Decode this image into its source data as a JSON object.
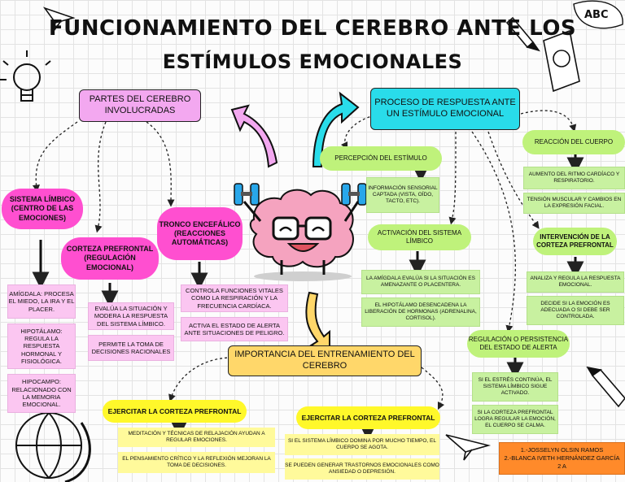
{
  "title": {
    "line1": "FUNCIONAMIENTO DEL CEREBRO ANTE LOS",
    "line2": "ESTÍMULOS EMOCIONALES"
  },
  "decor": {
    "abc_text": "ABC"
  },
  "partes": {
    "header": "PARTES DEL CEREBRO INVOLUCRADAS",
    "limbico": {
      "label": "SISTEMA LÍMBICO (CENTRO DE LAS EMOCIONES)",
      "details": [
        "AMÍGDALA: PROCESA EL MIEDO, LA IRA Y EL PLACER.",
        "HIPOTÁLAMO: REGULA LA RESPUESTA HORMONAL Y FISIOLÓGICA.",
        "HIPOCAMPO: RELACIONADO CON LA MEMORIA EMOCIONAL."
      ]
    },
    "corteza": {
      "label": "CORTEZA PREFRONTAL (REGULACIÓN EMOCIONAL)",
      "details": [
        "EVALÚA LA SITUACIÓN Y MODERA LA RESPUESTA DEL SISTEMA LÍMBICO.",
        "PERMITE LA TOMA DE DECISIONES RACIONALES"
      ]
    },
    "tronco": {
      "label": "TRONCO ENCEFÁLICO (REACCIONES AUTOMÁTICAS)",
      "details": [
        "CONTROLA FUNCIONES VITALES COMO LA RESPIRACIÓN Y LA FRECUENCIA CARDÍACA.",
        "ACTIVA EL ESTADO DE ALERTA ANTE SITUACIONES DE PELIGRO."
      ]
    }
  },
  "proceso": {
    "header": "PROCESO DE RESPUESTA ANTE UN ESTÍMULO EMOCIONAL",
    "percepcion": {
      "label": "PERCEPCIÓN DEL ESTÍMULO",
      "detail": "INFORMACIÓN SENSORIAL CAPTADA (VISTA, OÍDO, TACTO, ETC)."
    },
    "activacion": {
      "label": "ACTIVACIÓN DEL SISTEMA LÍMBICO",
      "details": [
        "LA AMÍGDALA EVALÚA SI LA SITUACIÓN ES AMENAZANTE O PLACENTERA.",
        "EL HIPOTÁLAMO DESENCADENA LA LIBERACIÓN DE HORMONAS (ADRENALINA, CORTISOL)."
      ]
    },
    "reaccion": {
      "label": "REACCIÓN DEL CUERPO",
      "details": [
        "AUMENTO DEL RITMO CARDÍACO Y RESPIRATORIO.",
        "TENSIÓN MUSCULAR Y CAMBIOS EN LA EXPRESIÓN FACIAL."
      ]
    },
    "intervencion": {
      "label": "INTERVENCIÓN DE LA CORTEZA PREFRONTAL",
      "details": [
        "ANALIZA Y REGULA LA RESPUESTA EMOCIONAL.",
        "DECIDE SI LA EMOCIÓN ES ADECUADA O SI DEBE SER CONTROLADA."
      ]
    },
    "regulacion": {
      "label": "REGULACIÓN O PERSISTENCIA DEL ESTADO DE ALERTA",
      "details": [
        "SI EL ESTRÉS CONTINÚA, EL SISTEMA LÍMBICO SIGUE ACTIVADO.",
        "SI LA CORTEZA PREFRONTAL LOGRA REGULAR LA EMOCIÓN, EL CUERPO SE CALMA."
      ]
    }
  },
  "importancia": {
    "header": "IMPORTANCIA DEL ENTRENAMIENTO DEL CEREBRO",
    "left": {
      "label": "EJERCITAR LA CORTEZA PREFRONTAL",
      "details": [
        "MEDITACIÓN Y TÉCNICAS DE RELAJACIÓN AYUDAN A REGULAR EMOCIONES.",
        "EL PENSAMIENTO CRÍTICO Y LA REFLEXIÓN MEJORAN LA TOMA DE DECISIONES."
      ]
    },
    "right": {
      "label": "EJERCITAR LA CORTEZA PREFRONTAL",
      "details": [
        "SI EL SISTEMA LÍMBICO DOMINA POR MUCHO TIEMPO, EL CUERPO SE AGOTA.",
        "SE PUEDEN GENERAR TRASTORNOS EMOCIONALES COMO ANSIEDAD O DEPRESIÓN."
      ]
    }
  },
  "authors": [
    "1.-JOSSELYN OLSIN RAMOS",
    "2.-BLANCA IVETH HERNÁNDEZ GARCÍA",
    "2 A"
  ],
  "colors": {
    "magenta": "#ff4fd0",
    "pink": "#fbc6f1",
    "lime": "#bff27b",
    "light_green": "#c8f1a0",
    "yellow": "#fff82a",
    "light_yellow": "#fffa9b",
    "lavender": "#f3a8f0",
    "cyan": "#29dcea",
    "gold": "#ffd76a",
    "author_orange": "#ff8a2a"
  }
}
